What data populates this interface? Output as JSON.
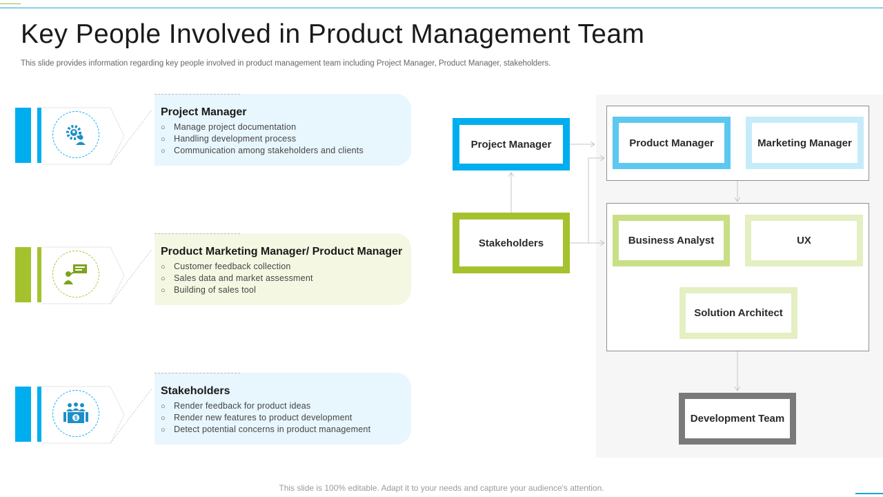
{
  "header": {
    "title": "Key People Involved in Product Management Team",
    "subtitle": "This slide provides information regarding key people involved in product management team including Project Manager, Product Manager, stakeholders."
  },
  "cards": [
    {
      "title": "Project Manager",
      "icon": "gear-people-icon",
      "accent": "#00aeef",
      "items": [
        "Manage project documentation",
        "Handling development process",
        "Communication among stakeholders and clients"
      ]
    },
    {
      "title": "Product Marketing Manager/ Product Manager",
      "icon": "presenter-icon",
      "accent": "#a4c22d",
      "items": [
        "Customer feedback collection",
        "Sales data and market assessment",
        "Building of sales tool"
      ]
    },
    {
      "title": "Stakeholders",
      "icon": "team-money-icon",
      "accent": "#00aeef",
      "items": [
        "Render feedback for product ideas",
        "Render new features to product development",
        "Detect potential concerns in product management"
      ]
    }
  ],
  "org": {
    "project_manager": "Project Manager",
    "stakeholders": "Stakeholders",
    "product_manager": "Product Manager",
    "marketing_manager": "Marketing Manager",
    "business_analyst": "Business Analyst",
    "ux": "UX",
    "solution_architect": "Solution Architect",
    "development_team": "Development Team"
  },
  "colors": {
    "blue": "#00aeef",
    "light_blue": "#5cc8f0",
    "pale_blue": "#c6ecfa",
    "green": "#a4c22d",
    "light_green": "#c9df86",
    "pale_green": "#e4efc2",
    "gray": "#7a7a7a"
  },
  "footer": "This slide is 100% editable. Adapt it to your needs and capture your audience's attention."
}
